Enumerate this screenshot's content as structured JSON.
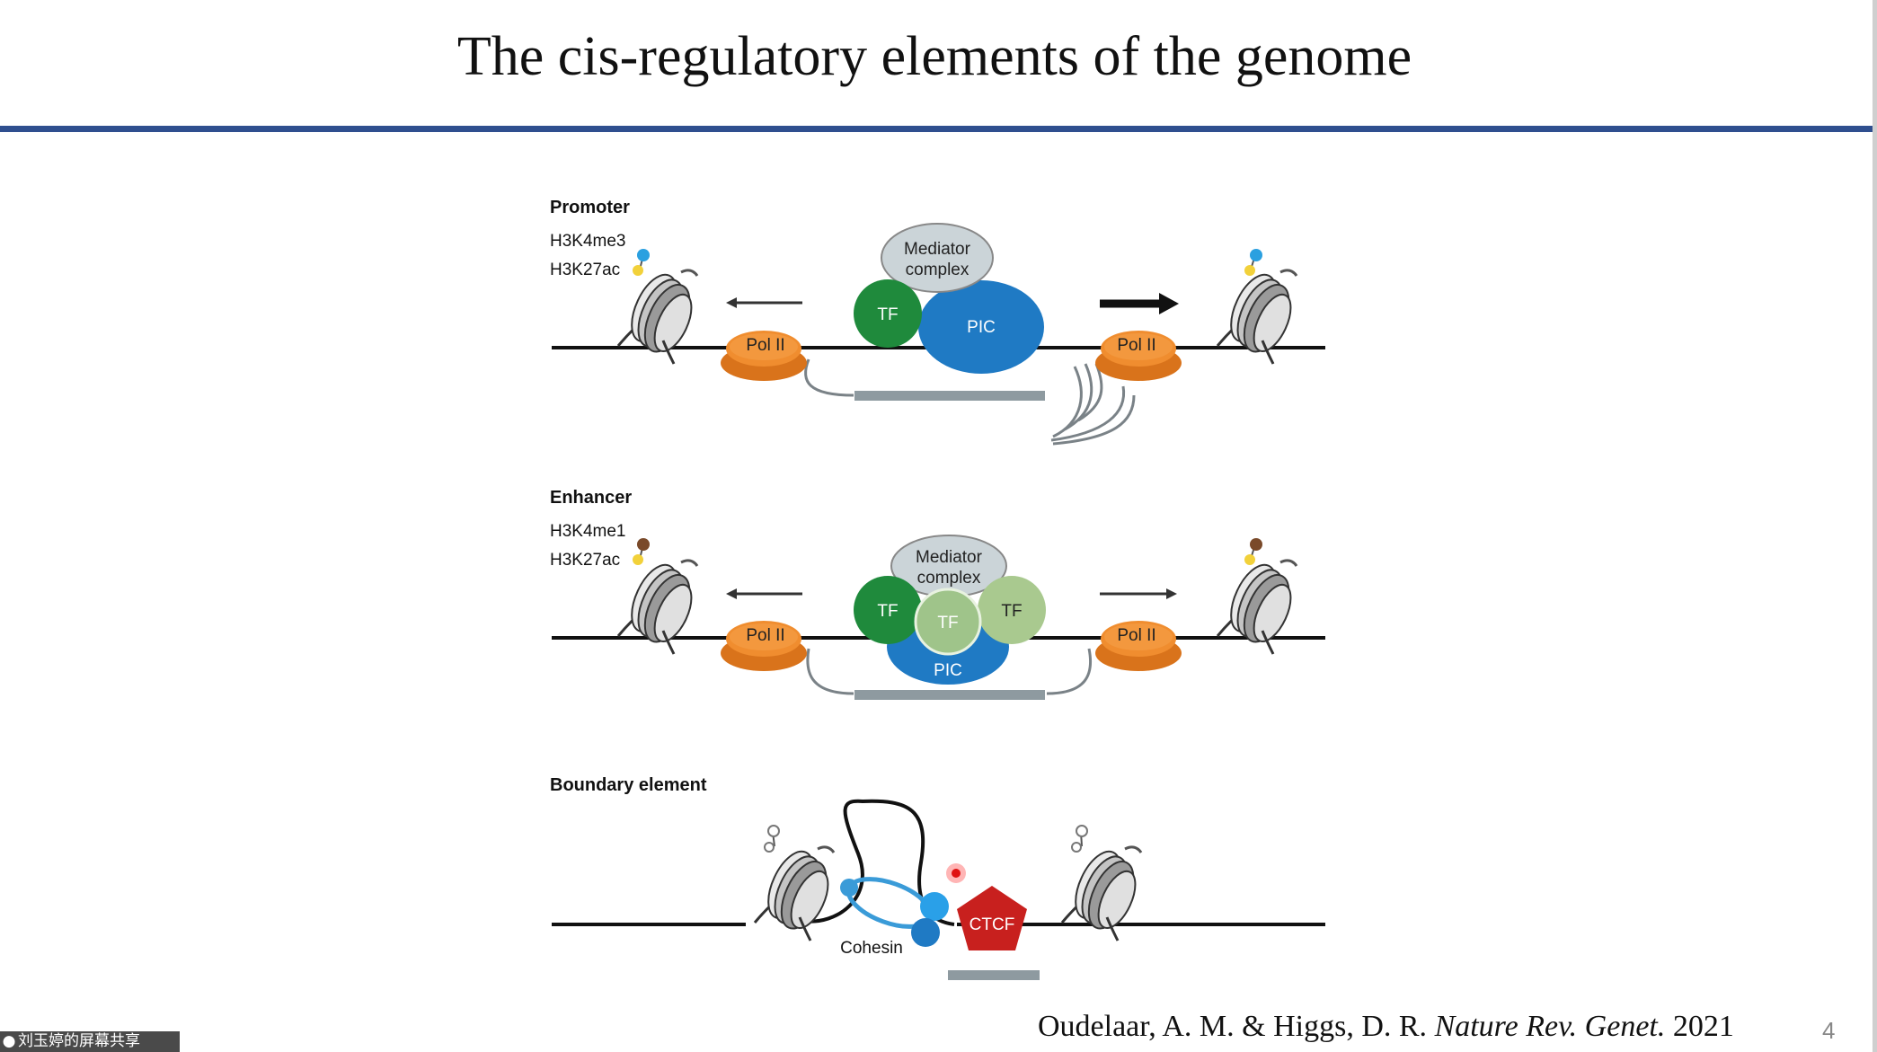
{
  "slide": {
    "title": "The cis-regulatory elements of the genome",
    "citation_authors": "Oudelaar, A. M. & Higgs, D. R. ",
    "citation_journal": "Nature Rev. Genet.",
    "citation_year": " 2021",
    "page_number": "4"
  },
  "panels": {
    "promoter": {
      "heading": "Promoter",
      "marks": [
        "H3K4me3",
        "H3K27ac"
      ],
      "mediator_line1": "Mediator",
      "mediator_line2": "complex",
      "tf": "TF",
      "pic": "PIC",
      "pol_left": "Pol II",
      "pol_right": "Pol II"
    },
    "enhancer": {
      "heading": "Enhancer",
      "marks": [
        "H3K4me1",
        "H3K27ac"
      ],
      "mediator_line1": "Mediator",
      "mediator_line2": "complex",
      "tf1": "TF",
      "tf2": "TF",
      "tf3": "TF",
      "pic": "PIC",
      "pol_left": "Pol II",
      "pol_right": "Pol II"
    },
    "boundary": {
      "heading": "Boundary element",
      "cohesin": "Cohesin",
      "ctcf": "CTCF"
    }
  },
  "screen_share": {
    "label": "刘玉婷的屏幕共享",
    "icon": "microphone-icon"
  },
  "colors": {
    "rule": "#2f4f8f",
    "tf_dark": "#1f8a3c",
    "tf_light": "#a9c98f",
    "pic": "#1f7ac4",
    "pol2": "#e88a2c",
    "mediator": "#c8d2d6",
    "ctcf": "#c8201e",
    "cohesin": "#3a9bd8"
  }
}
